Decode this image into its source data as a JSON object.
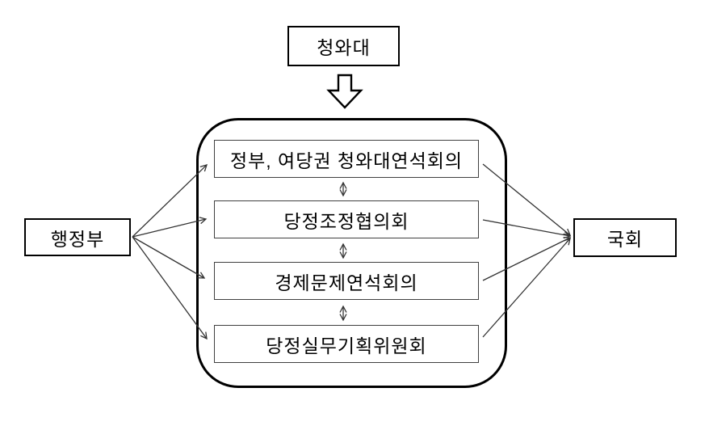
{
  "diagram": {
    "top_box_label": "청와대",
    "left_box_label": "행정부",
    "right_box_label": "국회",
    "council_boxes": [
      {
        "label": "정부, 여당권 청와대연석회의"
      },
      {
        "label": "당정조정협의회"
      },
      {
        "label": "경제문제연석회의"
      },
      {
        "label": "당정실무기획위원회"
      }
    ],
    "colors": {
      "background": "#ffffff",
      "box_border": "#000000",
      "inner_box_border": "#404040",
      "arrow_line": "#333333",
      "text": "#000000"
    }
  }
}
